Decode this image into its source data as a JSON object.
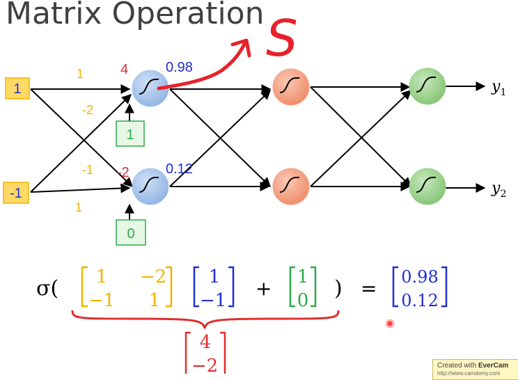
{
  "title": "Matrix Operation",
  "annotation": {
    "handwritten_letter": "S"
  },
  "inputs": [
    {
      "value": "1"
    },
    {
      "value": "-1"
    }
  ],
  "weights": {
    "w11": "1",
    "w12": "-2",
    "w21": "-1",
    "w22": "1"
  },
  "biases": [
    "1",
    "0"
  ],
  "pre_activations": [
    "4",
    "-2"
  ],
  "activations": [
    "0.98",
    "0.12"
  ],
  "outputs": [
    {
      "name": "y",
      "sub": "1"
    },
    {
      "name": "y",
      "sub": "2"
    }
  ],
  "formula": {
    "sigma": "σ(",
    "close_paren": ")",
    "plus": "+",
    "equals": "=",
    "weight_matrix": [
      [
        "1",
        "−2"
      ],
      [
        "−1",
        "1"
      ]
    ],
    "input_vector": [
      "1",
      "−1"
    ],
    "bias_vector": [
      "1",
      "0"
    ],
    "result_vector": [
      "0.98",
      "0.12"
    ],
    "pre_activation_vector": [
      "4",
      "−2"
    ]
  },
  "watermark": {
    "prefix": "Created with ",
    "brand": "EverCam",
    "url": "http://www.camdemy.com"
  },
  "colors": {
    "input_fill": "#ffd966",
    "input_border": "#f0b400",
    "weight_text": "#f0b400",
    "red": "#e22d2d",
    "blue": "#1f2fd0",
    "green": "#2ea84a",
    "bias_fill": "#e6f7e6",
    "layer1_fill": "#a9c7ec",
    "layer2_fill": "#f4a488",
    "layer3_fill": "#9bd18c"
  }
}
